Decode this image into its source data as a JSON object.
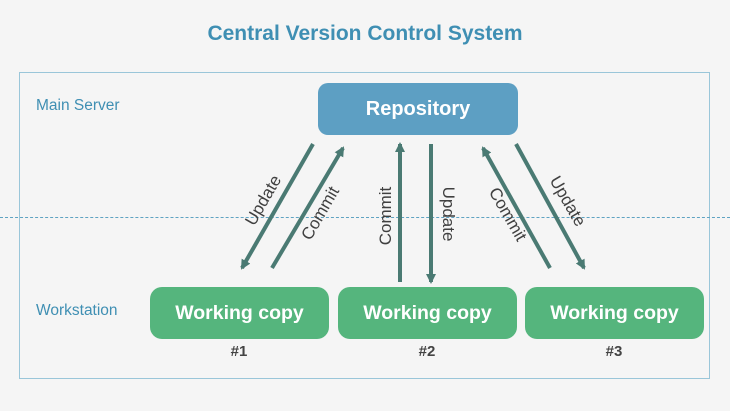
{
  "title": "Central Version Control System",
  "lanes": {
    "server": "Main Server",
    "workstation": "Workstation"
  },
  "repository": {
    "label": "Repository"
  },
  "working_copies": [
    {
      "label": "Working copy",
      "number": "#1"
    },
    {
      "label": "Working copy",
      "number": "#2"
    },
    {
      "label": "Working copy",
      "number": "#3"
    }
  ],
  "arrows": {
    "update": "Update",
    "commit": "Commit"
  },
  "colors": {
    "title": "#3f8fb3",
    "repository": "#5d9fc3",
    "working_copy": "#55b57d",
    "arrow": "#4a7a73"
  }
}
